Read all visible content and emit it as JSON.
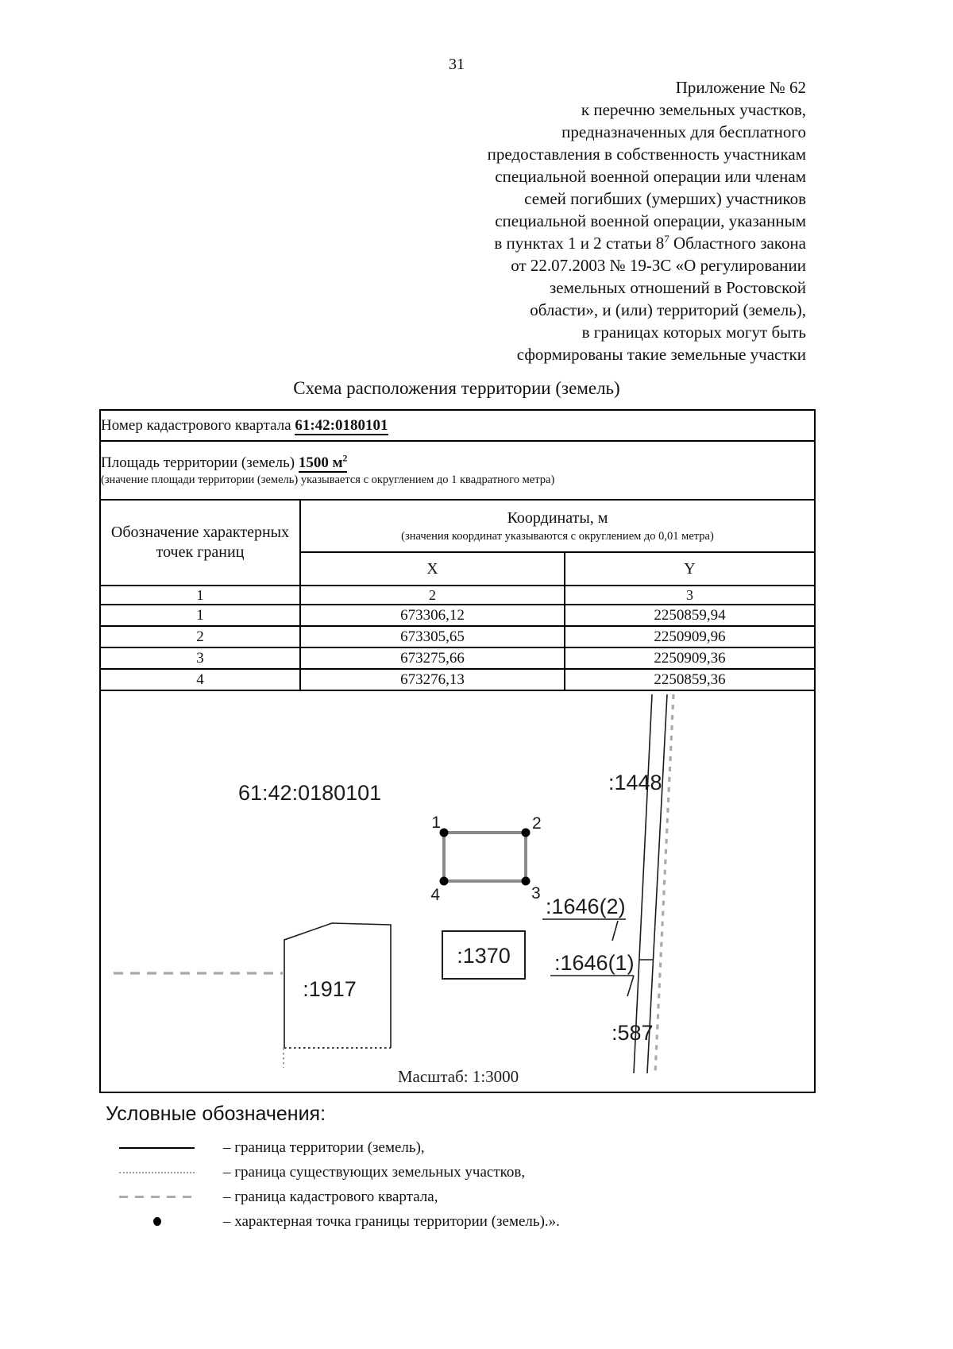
{
  "page": {
    "number": "31"
  },
  "appendix": {
    "lines": [
      "Приложение № 62",
      "к перечню земельных участков,",
      "предназначенных для бесплатного",
      "предоставления в собственность участникам",
      "специальной военной операции или членам",
      "семей погибших (умерших) участников",
      "специальной военной операции, указанным",
      "в пунктах 1 и 2 статьи 8",
      " Областного закона",
      "от 22.07.2003 № 19-ЗС «О регулировании",
      "земельных отношений в Ростовской",
      "области», и (или) территорий (земель),",
      "в границах которых могут быть",
      "сформированы такие земельные участки"
    ],
    "sup": "7"
  },
  "title": "Схема расположения территории (земель)",
  "info": {
    "cadastral_label": "Номер кадастрового квартала",
    "cadastral_value": "61:42:0180101",
    "area_label": "Площадь территории (земель)",
    "area_value": "1500 м",
    "area_sup": "2",
    "area_note": "(значение площади территории (земель) указывается с округлением до 1 квадратного метра)"
  },
  "table": {
    "col1_header": "Обозначение характерных точек границ",
    "coords_header": "Координаты, м",
    "coords_note": "(значения координат указываются с округлением до 0,01 метра)",
    "x_header": "X",
    "y_header": "Y",
    "numbering": [
      "1",
      "2",
      "3"
    ],
    "rows": [
      {
        "n": "1",
        "x": "673306,12",
        "y": "2250859,94"
      },
      {
        "n": "2",
        "x": "673305,65",
        "y": "2250909,96"
      },
      {
        "n": "3",
        "x": "673275,66",
        "y": "2250909,36"
      },
      {
        "n": "4",
        "x": "673276,13",
        "y": "2250859,36"
      }
    ]
  },
  "map": {
    "quarter_label": "61:42:0180101",
    "labels": {
      "p1448": ":1448",
      "p1646_2": ":1646(2)",
      "p1370": ":1370",
      "p1646_1": ":1646(1)",
      "p1917": ":1917",
      "p587": ":587"
    },
    "points": {
      "p1": "1",
      "p2": "2",
      "p3": "3",
      "p4": "4"
    },
    "scale": "Масштаб: 1:3000",
    "colors": {
      "territory_boundary": "#8a8a8a",
      "existing_parcel_line": "#aaaaaa",
      "quarter_boundary_dash": "#a8a8a8",
      "ink": "#1c1c1c"
    }
  },
  "legend": {
    "title": "Условные обозначения:",
    "items": [
      {
        "symbol": "solid-line",
        "label": "– граница территории (земель),"
      },
      {
        "symbol": "thin-gray-line",
        "label": "– граница существующих земельных участков,"
      },
      {
        "symbol": "dashed-line",
        "label": "– граница кадастрового квартала,"
      },
      {
        "symbol": "point",
        "label": "– характерная точка границы территории (земель).»."
      }
    ]
  }
}
